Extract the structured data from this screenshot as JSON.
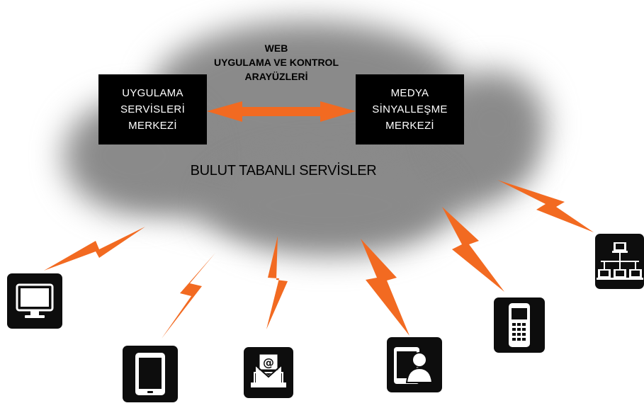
{
  "cloud": {
    "label": "BULUT TABANLI SERVİSLER",
    "color": "#8a8a8a"
  },
  "web_label": "WEB\nUYGULAMA VE KONTROL\nARAYÜZLERİ",
  "left_box": {
    "label": "UYGULAMA\nSERVİSLERİ\nMERKEZİ"
  },
  "right_box": {
    "label": "MEDYA\nSİNYALLEŞME\nMERKEZİ"
  },
  "connector": {
    "type": "double-arrow",
    "color": "#f26a21"
  },
  "devices": [
    {
      "name": "monitor-icon"
    },
    {
      "name": "tablet-icon"
    },
    {
      "name": "email-laptop-icon"
    },
    {
      "name": "user-tablet-icon"
    },
    {
      "name": "mobile-phone-icon"
    },
    {
      "name": "network-icon"
    }
  ],
  "lightning_color": "#f26a21"
}
